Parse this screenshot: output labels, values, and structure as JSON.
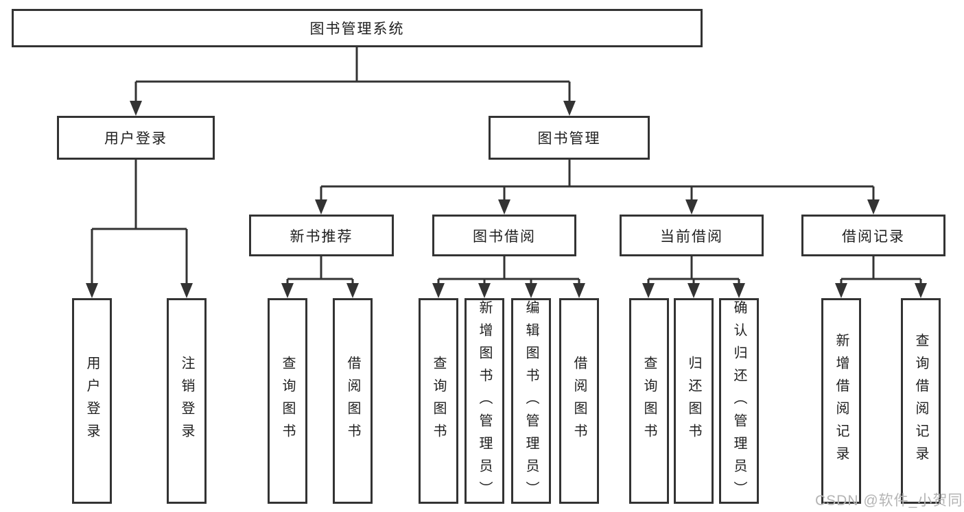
{
  "title": "图书管理系统",
  "level2": {
    "user_login": "用户登录",
    "book_mgmt": "图书管理"
  },
  "level3": {
    "new_books": "新书推荐",
    "book_borrow": "图书借阅",
    "current_borrow": "当前借阅",
    "borrow_records": "借阅记录"
  },
  "leaves": {
    "user_login": [
      "用户登录",
      "注销登录"
    ],
    "new_books": [
      "查询图书",
      "借阅图书"
    ],
    "book_borrow": [
      "查询图书",
      "新增图书（管理员）",
      "编辑图书（管理员）",
      "借阅图书"
    ],
    "current_borrow": [
      "查询图书",
      "归还图书",
      "确认归还（管理员）"
    ],
    "borrow_records": [
      "新增借阅记录",
      "查询借阅记录"
    ]
  },
  "watermark": "CSDN @软件_小贺同学",
  "colors": {
    "line": "#333333",
    "text": "#1f1f1f",
    "background": "#ffffff",
    "watermark": "#b4b4b4"
  }
}
